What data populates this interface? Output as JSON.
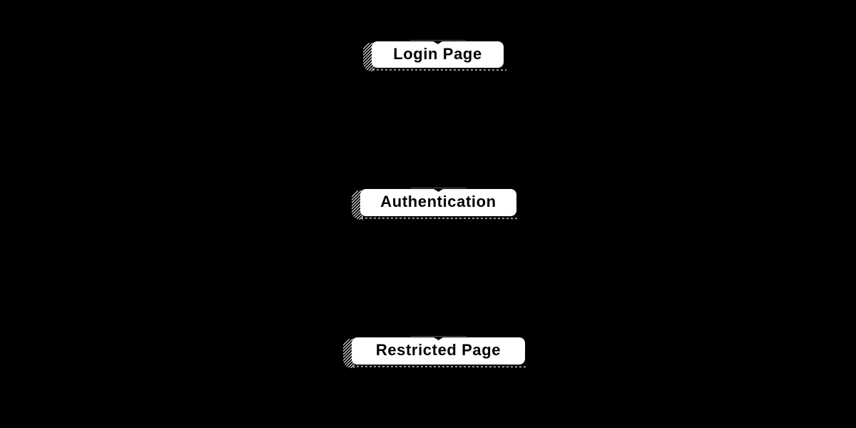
{
  "diagram": {
    "type": "flowchart",
    "direction": "top-down",
    "background_color": "#000000",
    "node_fill_color": "#ffffff",
    "node_text_color": "#000000",
    "node_border_color": "#0b0b0b",
    "edge_color": "#000000",
    "hatch_shadow_color": "#ffffff",
    "nodes": [
      {
        "id": "login-page",
        "label": "Login Page"
      },
      {
        "id": "authentication",
        "label": "Authentication"
      },
      {
        "id": "restricted-page",
        "label": "Restricted Page"
      }
    ],
    "edges": [
      {
        "from": "login-page",
        "to": "authentication"
      },
      {
        "from": "authentication",
        "to": "restricted-page"
      }
    ]
  }
}
